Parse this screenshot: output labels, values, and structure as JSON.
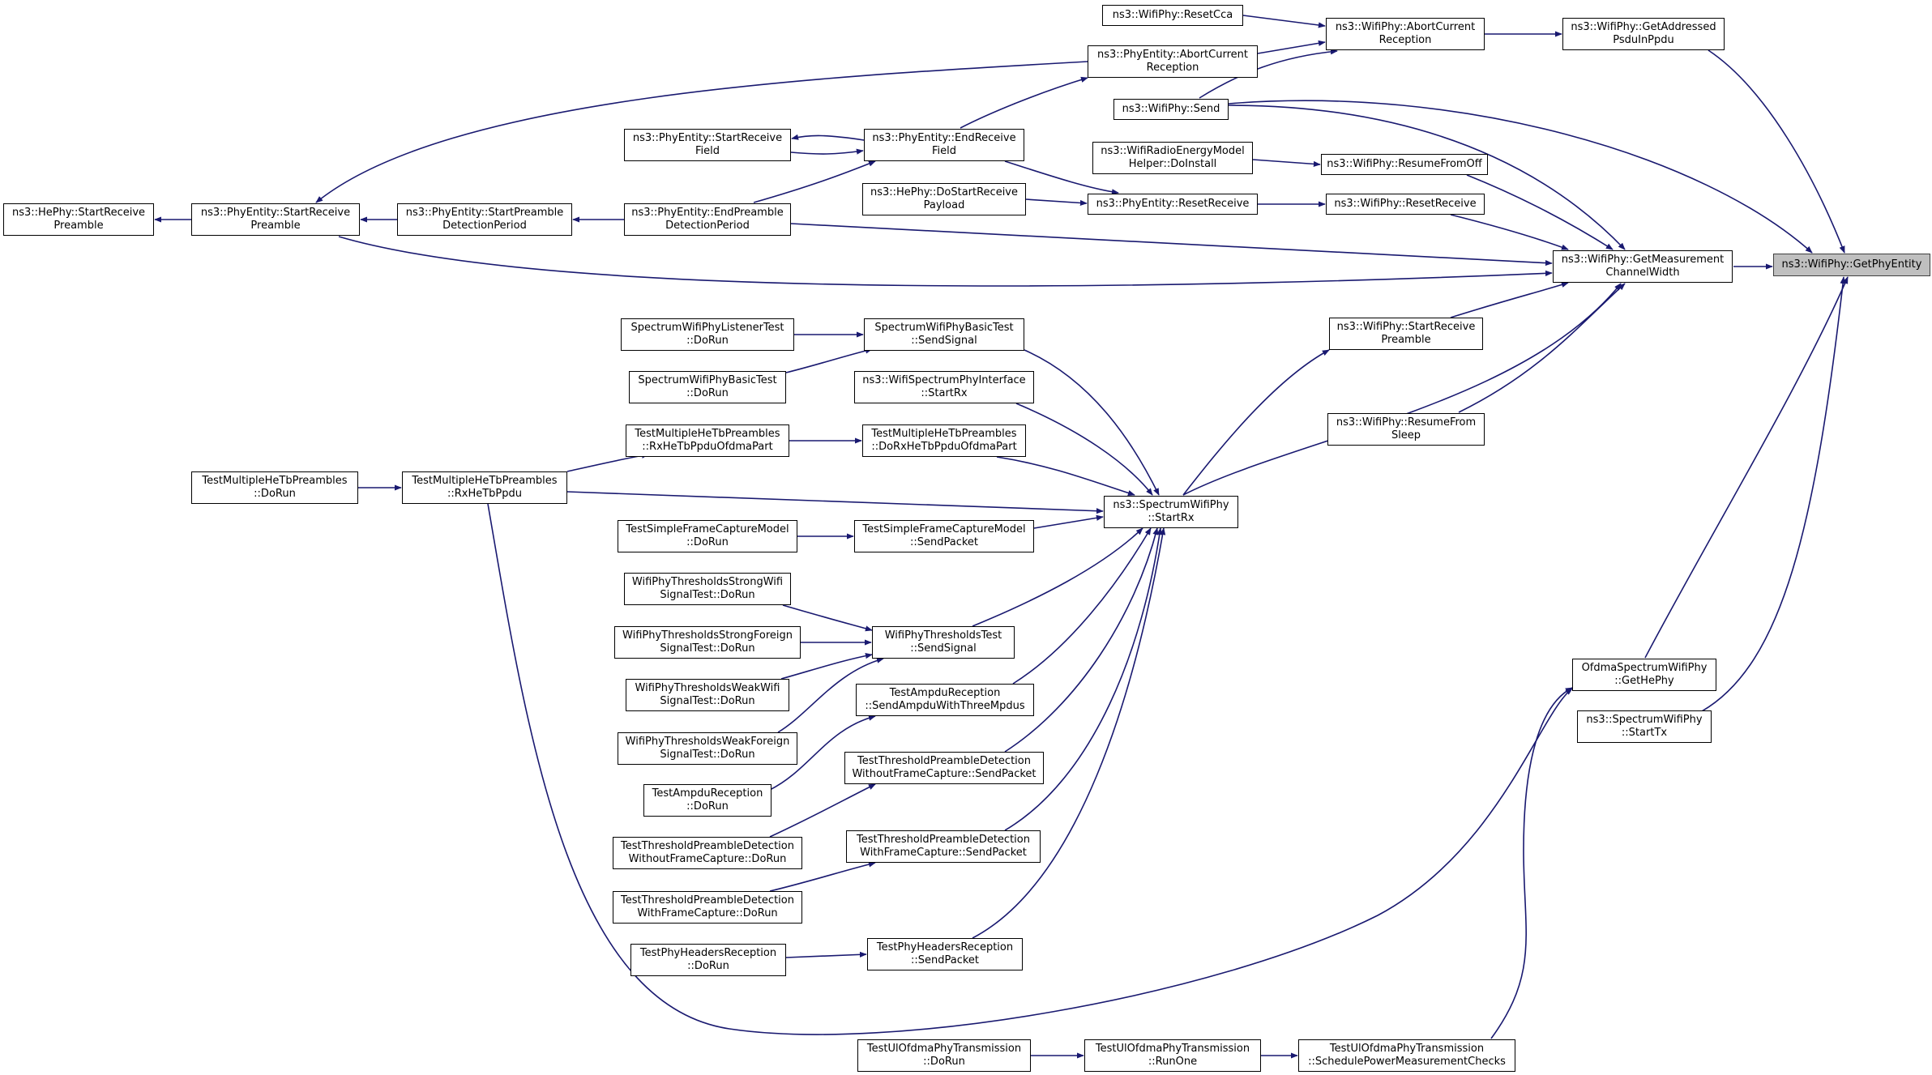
{
  "diagram": {
    "title": "",
    "colors": {
      "edge": "#191970",
      "root_fill": "#bfbfbf",
      "node_fill": "#ffffff",
      "node_border": "#000000"
    },
    "nodes": [
      {
        "id": "getPhyEntity",
        "lines": [
          "ns3::WifiPhy::GetPhyEntity"
        ],
        "root": true
      },
      {
        "id": "getMeasCW",
        "lines": [
          "ns3::WifiPhy::GetMeasurement",
          "ChannelWidth"
        ]
      },
      {
        "id": "getAddrPsdu",
        "lines": [
          "ns3::WifiPhy::GetAddressed",
          "PsduInPpdu"
        ]
      },
      {
        "id": "wpAbortCur",
        "lines": [
          "ns3::WifiPhy::AbortCurrent",
          "Reception"
        ]
      },
      {
        "id": "resetCca",
        "lines": [
          "ns3::WifiPhy::ResetCca"
        ]
      },
      {
        "id": "peAbortCur",
        "lines": [
          "ns3::PhyEntity::AbortCurrent",
          "Reception"
        ]
      },
      {
        "id": "wpSend",
        "lines": [
          "ns3::WifiPhy::Send"
        ]
      },
      {
        "id": "peEndRxField",
        "lines": [
          "ns3::PhyEntity::EndReceive",
          "Field"
        ]
      },
      {
        "id": "peStartRxField",
        "lines": [
          "ns3::PhyEntity::StartReceive",
          "Field"
        ]
      },
      {
        "id": "heStartRxPre",
        "lines": [
          "ns3::HePhy::StartReceive",
          "Preamble"
        ]
      },
      {
        "id": "peStartRxPre",
        "lines": [
          "ns3::PhyEntity::StartReceive",
          "Preamble"
        ]
      },
      {
        "id": "peStartPreDet",
        "lines": [
          "ns3::PhyEntity::StartPreamble",
          "DetectionPeriod"
        ]
      },
      {
        "id": "peEndPreDet",
        "lines": [
          "ns3::PhyEntity::EndPreamble",
          "DetectionPeriod"
        ]
      },
      {
        "id": "wremDoInstall",
        "lines": [
          "ns3::WifiRadioEnergyModel",
          "Helper::DoInstall"
        ]
      },
      {
        "id": "wpResumeOff",
        "lines": [
          "ns3::WifiPhy::ResumeFromOff"
        ]
      },
      {
        "id": "heDoStartRxPay",
        "lines": [
          "ns3::HePhy::DoStartReceive",
          "Payload"
        ]
      },
      {
        "id": "peResetRx",
        "lines": [
          "ns3::PhyEntity::ResetReceive"
        ]
      },
      {
        "id": "wpResetRx",
        "lines": [
          "ns3::WifiPhy::ResetReceive"
        ]
      },
      {
        "id": "wpStartRxPre",
        "lines": [
          "ns3::WifiPhy::StartReceive",
          "Preamble"
        ]
      },
      {
        "id": "wpResumeSleep",
        "lines": [
          "ns3::WifiPhy::ResumeFrom",
          "Sleep"
        ]
      },
      {
        "id": "swpStartRx",
        "lines": [
          "ns3::SpectrumWifiPhy",
          "::StartRx"
        ]
      },
      {
        "id": "swpListenerDoRun",
        "lines": [
          "SpectrumWifiPhyListenerTest",
          "::DoRun"
        ]
      },
      {
        "id": "swpBasicSend",
        "lines": [
          "SpectrumWifiPhyBasicTest",
          "::SendSignal"
        ]
      },
      {
        "id": "swpBasicDoRun",
        "lines": [
          "SpectrumWifiPhyBasicTest",
          "::DoRun"
        ]
      },
      {
        "id": "wspiStartRx",
        "lines": [
          "ns3::WifiSpectrumPhyInterface",
          "::StartRx"
        ]
      },
      {
        "id": "tmhRxOfdma",
        "lines": [
          "TestMultipleHeTbPreambles",
          "::RxHeTbPpduOfdmaPart"
        ]
      },
      {
        "id": "tmhDoRxOfdma",
        "lines": [
          "TestMultipleHeTbPreambles",
          "::DoRxHeTbPpduOfdmaPart"
        ]
      },
      {
        "id": "tmhDoRun",
        "lines": [
          "TestMultipleHeTbPreambles",
          "::DoRun"
        ]
      },
      {
        "id": "tmhRx",
        "lines": [
          "TestMultipleHeTbPreambles",
          "::RxHeTbPpdu"
        ]
      },
      {
        "id": "tsfcDoRun",
        "lines": [
          "TestSimpleFrameCaptureModel",
          "::DoRun"
        ]
      },
      {
        "id": "tsfcSend",
        "lines": [
          "TestSimpleFrameCaptureModel",
          "::SendPacket"
        ]
      },
      {
        "id": "wptStrongWifi",
        "lines": [
          "WifiPhyThresholdsStrongWifi",
          "SignalTest::DoRun"
        ]
      },
      {
        "id": "wptStrongForeign",
        "lines": [
          "WifiPhyThresholdsStrongForeign",
          "SignalTest::DoRun"
        ]
      },
      {
        "id": "wptWeakWifi",
        "lines": [
          "WifiPhyThresholdsWeakWifi",
          "SignalTest::DoRun"
        ]
      },
      {
        "id": "wptWeakForeign",
        "lines": [
          "WifiPhyThresholdsWeakForeign",
          "SignalTest::DoRun"
        ]
      },
      {
        "id": "wptSend",
        "lines": [
          "WifiPhyThresholdsTest",
          "::SendSignal"
        ]
      },
      {
        "id": "tarSend",
        "lines": [
          "TestAmpduReception",
          "::SendAmpduWithThreeMpdus"
        ]
      },
      {
        "id": "tarDoRun",
        "lines": [
          "TestAmpduReception",
          "::DoRun"
        ]
      },
      {
        "id": "tpdWoSend",
        "lines": [
          "TestThresholdPreambleDetection",
          "WithoutFrameCapture::SendPacket"
        ]
      },
      {
        "id": "tpdWoDoRun",
        "lines": [
          "TestThresholdPreambleDetection",
          "WithoutFrameCapture::DoRun"
        ]
      },
      {
        "id": "tpdWSend",
        "lines": [
          "TestThresholdPreambleDetection",
          "WithFrameCapture::SendPacket"
        ]
      },
      {
        "id": "tpdWDoRun",
        "lines": [
          "TestThresholdPreambleDetection",
          "WithFrameCapture::DoRun"
        ]
      },
      {
        "id": "tphDoRun",
        "lines": [
          "TestPhyHeadersReception",
          "::DoRun"
        ]
      },
      {
        "id": "tphSend",
        "lines": [
          "TestPhyHeadersReception",
          "::SendPacket"
        ]
      },
      {
        "id": "oswGetHePhy",
        "lines": [
          "OfdmaSpectrumWifiPhy",
          "::GetHePhy"
        ]
      },
      {
        "id": "swpStartTx",
        "lines": [
          "ns3::SpectrumWifiPhy",
          "::StartTx"
        ]
      },
      {
        "id": "tuoDoRun",
        "lines": [
          "TestUlOfdmaPhyTransmission",
          "::DoRun"
        ]
      },
      {
        "id": "tuoRunOne",
        "lines": [
          "TestUlOfdmaPhyTransmission",
          "::RunOne"
        ]
      },
      {
        "id": "tuoSchedule",
        "lines": [
          "TestUlOfdmaPhyTransmission",
          "::SchedulePowerMeasurementChecks"
        ]
      }
    ]
  }
}
